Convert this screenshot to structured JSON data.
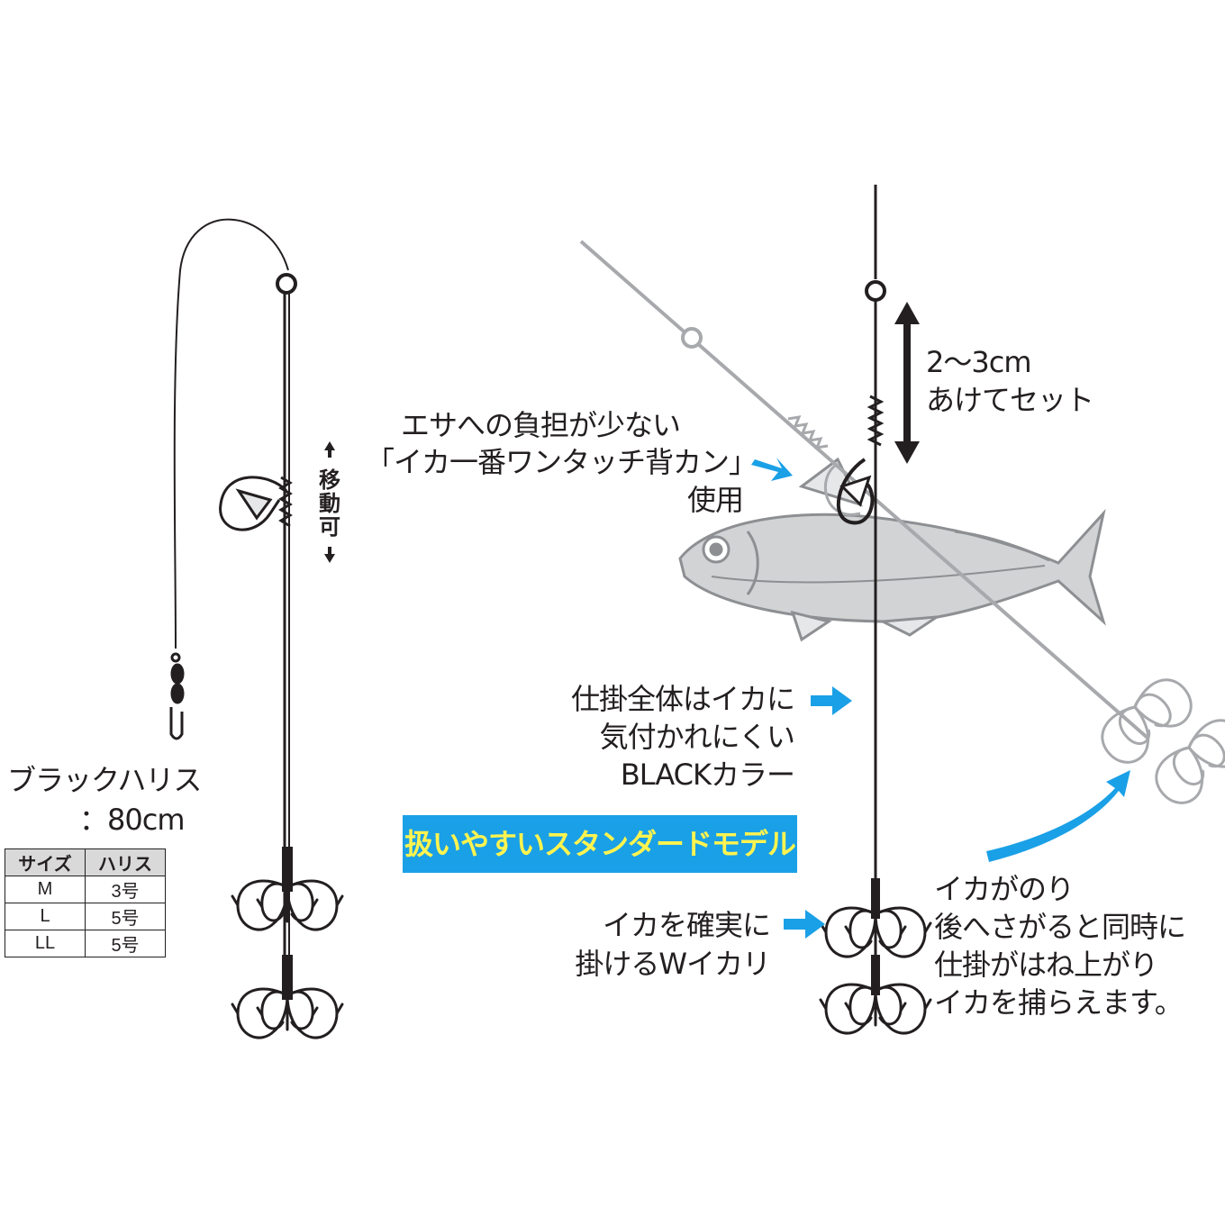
{
  "callouts": {
    "gap_line1": "2～3cm",
    "gap_line2": "あけてセット",
    "bait_line1": "エサへの負担が少ない",
    "bait_line2": "「イカ一番ワンタッチ背カン」",
    "bait_line3": "使用",
    "color_line1": "仕掛全体はイカに",
    "color_line2": "気付かれにくい",
    "color_line3": "BLACKカラー",
    "hook_line1": "イカを確実に",
    "hook_line2": "掛けるWイカリ",
    "action_line1": "イカがのり",
    "action_line2": "後へさがると同時に",
    "action_line3": "仕掛がはね上がり",
    "action_line4": "イカを捕らえます。"
  },
  "banner": "扱いやすいスタンダードモデル",
  "movable": {
    "char1": "移",
    "char2": "動",
    "char3": "可"
  },
  "leader": {
    "line1": "ブラックハリス",
    "line2": "：80cm"
  },
  "size_table": {
    "headers": [
      "サイズ",
      "ハリス"
    ],
    "rows": [
      [
        "M",
        "3号"
      ],
      [
        "L",
        "5号"
      ],
      [
        "LL",
        "5号"
      ]
    ]
  },
  "colors": {
    "accent_blue": "#1aa0e6",
    "banner_text": "#fff44f",
    "ink": "#231f20",
    "gray_rig": "#a7a9ac"
  }
}
